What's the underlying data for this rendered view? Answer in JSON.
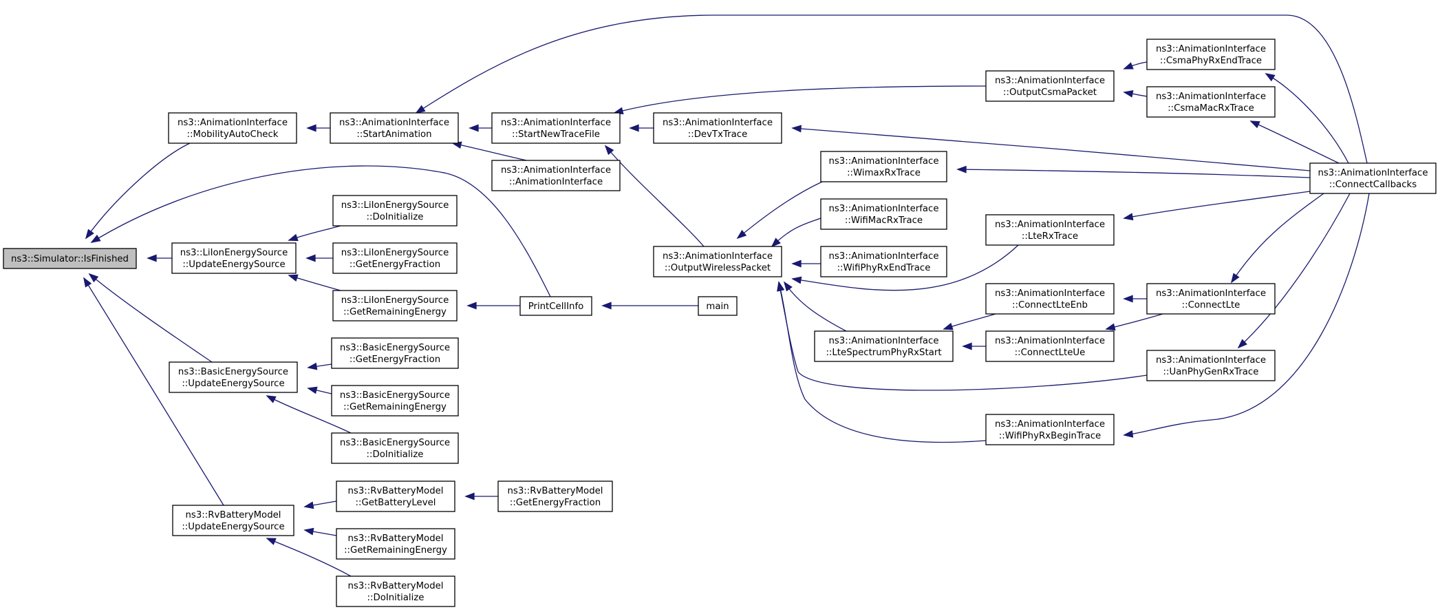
{
  "diagram": {
    "type": "call-graph",
    "edge_color": "#191970",
    "root_fill": "#bfbfbf",
    "nodes": [
      {
        "id": "isfinished",
        "lines": [
          "ns3::Simulator::IsFinished"
        ],
        "root": true
      },
      {
        "id": "mobilityautocheck",
        "lines": [
          "ns3::AnimationInterface",
          "::MobilityAutoCheck"
        ]
      },
      {
        "id": "startanimation",
        "lines": [
          "ns3::AnimationInterface",
          "::StartAnimation"
        ]
      },
      {
        "id": "startnewtracefile",
        "lines": [
          "ns3::AnimationInterface",
          "::StartNewTraceFile"
        ]
      },
      {
        "id": "animationinterface",
        "lines": [
          "ns3::AnimationInterface",
          "::AnimationInterface"
        ]
      },
      {
        "id": "devtxtrace",
        "lines": [
          "ns3::AnimationInterface",
          "::DevTxTrace"
        ]
      },
      {
        "id": "outputcsmapacket",
        "lines": [
          "ns3::AnimationInterface",
          "::OutputCsmaPacket"
        ]
      },
      {
        "id": "csmaphyrxendtrace",
        "lines": [
          "ns3::AnimationInterface",
          "::CsmaPhyRxEndTrace"
        ]
      },
      {
        "id": "csmamacrxtrace",
        "lines": [
          "ns3::AnimationInterface",
          "::CsmaMacRxTrace"
        ]
      },
      {
        "id": "connectcallbacks",
        "lines": [
          "ns3::AnimationInterface",
          "::ConnectCallbacks"
        ]
      },
      {
        "id": "wimaxrxtrace",
        "lines": [
          "ns3::AnimationInterface",
          "::WimaxRxTrace"
        ]
      },
      {
        "id": "wifimacrxtrace",
        "lines": [
          "ns3::AnimationInterface",
          "::WifiMacRxTrace"
        ]
      },
      {
        "id": "wifiphyrxendtrace",
        "lines": [
          "ns3::AnimationInterface",
          "::WifiPhyRxEndTrace"
        ]
      },
      {
        "id": "outputwirelesspacket",
        "lines": [
          "ns3::AnimationInterface",
          "::OutputWirelessPacket"
        ]
      },
      {
        "id": "ltexrtrace",
        "lines": [
          "ns3::AnimationInterface",
          "::LteRxTrace"
        ]
      },
      {
        "id": "connectlteenb",
        "lines": [
          "ns3::AnimationInterface",
          "::ConnectLteEnb"
        ]
      },
      {
        "id": "connectlte",
        "lines": [
          "ns3::AnimationInterface",
          "::ConnectLte"
        ]
      },
      {
        "id": "ltespectrumphyrxstart",
        "lines": [
          "ns3::AnimationInterface",
          "::LteSpectrumPhyRxStart"
        ]
      },
      {
        "id": "connectlteue",
        "lines": [
          "ns3::AnimationInterface",
          "::ConnectLteUe"
        ]
      },
      {
        "id": "uanphygenrxtrace",
        "lines": [
          "ns3::AnimationInterface",
          "::UanPhyGenRxTrace"
        ]
      },
      {
        "id": "wifiphyrxbegintrace",
        "lines": [
          "ns3::AnimationInterface",
          "::WifiPhyRxBeginTrace"
        ]
      },
      {
        "id": "liion_update",
        "lines": [
          "ns3::LiIonEnergySource",
          "::UpdateEnergySource"
        ]
      },
      {
        "id": "liion_doinit",
        "lines": [
          "ns3::LiIonEnergySource",
          "::DoInitialize"
        ]
      },
      {
        "id": "liion_getfraction",
        "lines": [
          "ns3::LiIonEnergySource",
          "::GetEnergyFraction"
        ]
      },
      {
        "id": "liion_getremaining",
        "lines": [
          "ns3::LiIonEnergySource",
          "::GetRemainingEnergy"
        ]
      },
      {
        "id": "printcellinfo",
        "lines": [
          "PrintCellInfo"
        ]
      },
      {
        "id": "main",
        "lines": [
          "main"
        ]
      },
      {
        "id": "basic_update",
        "lines": [
          "ns3::BasicEnergySource",
          "::UpdateEnergySource"
        ]
      },
      {
        "id": "basic_getfraction",
        "lines": [
          "ns3::BasicEnergySource",
          "::GetEnergyFraction"
        ]
      },
      {
        "id": "basic_getremaining",
        "lines": [
          "ns3::BasicEnergySource",
          "::GetRemainingEnergy"
        ]
      },
      {
        "id": "basic_doinit",
        "lines": [
          "ns3::BasicEnergySource",
          "::DoInitialize"
        ]
      },
      {
        "id": "rv_update",
        "lines": [
          "ns3::RvBatteryModel",
          "::UpdateEnergySource"
        ]
      },
      {
        "id": "rv_getbatterylevel",
        "lines": [
          "ns3::RvBatteryModel",
          "::GetBatteryLevel"
        ]
      },
      {
        "id": "rv_getfraction",
        "lines": [
          "ns3::RvBatteryModel",
          "::GetEnergyFraction"
        ]
      },
      {
        "id": "rv_getremaining",
        "lines": [
          "ns3::RvBatteryModel",
          "::GetRemainingEnergy"
        ]
      },
      {
        "id": "rv_doinit",
        "lines": [
          "ns3::RvBatteryModel",
          "::DoInitialize"
        ]
      }
    ],
    "edges": [
      {
        "from": "mobilityautocheck",
        "to": "isfinished"
      },
      {
        "from": "printcellinfo",
        "to": "isfinished"
      },
      {
        "from": "liion_update",
        "to": "isfinished"
      },
      {
        "from": "basic_update",
        "to": "isfinished"
      },
      {
        "from": "rv_update",
        "to": "isfinished"
      },
      {
        "from": "startanimation",
        "to": "mobilityautocheck"
      },
      {
        "from": "startnewtracefile",
        "to": "startanimation"
      },
      {
        "from": "animationinterface",
        "to": "startanimation"
      },
      {
        "from": "connectcallbacks",
        "to": "startanimation"
      },
      {
        "from": "devtxtrace",
        "to": "startnewtracefile"
      },
      {
        "from": "outputcsmapacket",
        "to": "startnewtracefile"
      },
      {
        "from": "outputwirelesspacket",
        "to": "startnewtracefile"
      },
      {
        "from": "connectcallbacks",
        "to": "devtxtrace"
      },
      {
        "from": "csmaphyrxendtrace",
        "to": "outputcsmapacket"
      },
      {
        "from": "csmamacrxtrace",
        "to": "outputcsmapacket"
      },
      {
        "from": "connectcallbacks",
        "to": "csmaphyrxendtrace"
      },
      {
        "from": "connectcallbacks",
        "to": "csmamacrxtrace"
      },
      {
        "from": "wimaxrxtrace",
        "to": "outputwirelesspacket"
      },
      {
        "from": "wifimacrxtrace",
        "to": "outputwirelesspacket"
      },
      {
        "from": "wifiphyrxendtrace",
        "to": "outputwirelesspacket"
      },
      {
        "from": "ltexrtrace",
        "to": "outputwirelesspacket"
      },
      {
        "from": "ltespectrumphyrxstart",
        "to": "outputwirelesspacket"
      },
      {
        "from": "uanphygenrxtrace",
        "to": "outputwirelesspacket"
      },
      {
        "from": "wifiphyrxbegintrace",
        "to": "outputwirelesspacket"
      },
      {
        "from": "connectcallbacks",
        "to": "wimaxrxtrace"
      },
      {
        "from": "connectcallbacks",
        "to": "ltexrtrace"
      },
      {
        "from": "connectlteenb",
        "to": "ltespectrumphyrxstart"
      },
      {
        "from": "connectlteue",
        "to": "ltespectrumphyrxstart"
      },
      {
        "from": "connectlte",
        "to": "connectlteenb"
      },
      {
        "from": "connectlte",
        "to": "connectlteue"
      },
      {
        "from": "connectcallbacks",
        "to": "connectlte"
      },
      {
        "from": "connectcallbacks",
        "to": "uanphygenrxtrace"
      },
      {
        "from": "connectcallbacks",
        "to": "wifiphyrxbegintrace"
      },
      {
        "from": "liion_doinit",
        "to": "liion_update"
      },
      {
        "from": "liion_getfraction",
        "to": "liion_update"
      },
      {
        "from": "liion_getremaining",
        "to": "liion_update"
      },
      {
        "from": "printcellinfo",
        "to": "liion_getremaining"
      },
      {
        "from": "main",
        "to": "printcellinfo"
      },
      {
        "from": "basic_getfraction",
        "to": "basic_update"
      },
      {
        "from": "basic_getremaining",
        "to": "basic_update"
      },
      {
        "from": "basic_doinit",
        "to": "basic_update"
      },
      {
        "from": "rv_getbatterylevel",
        "to": "rv_update"
      },
      {
        "from": "rv_getremaining",
        "to": "rv_update"
      },
      {
        "from": "rv_doinit",
        "to": "rv_update"
      },
      {
        "from": "rv_getfraction",
        "to": "rv_getbatterylevel"
      }
    ]
  }
}
